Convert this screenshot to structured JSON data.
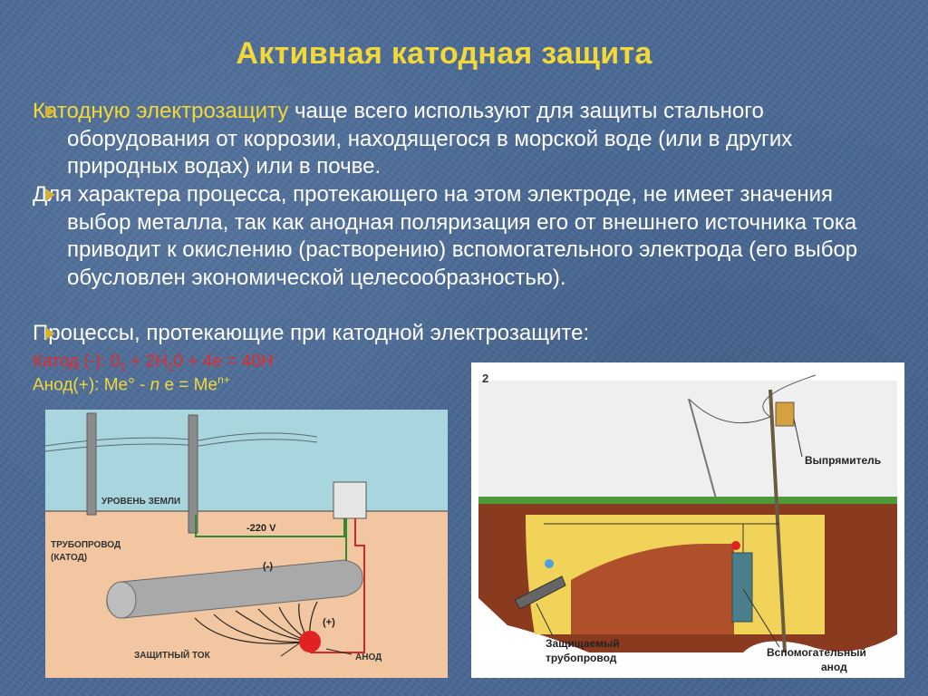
{
  "title": "Активная катодная защита",
  "paragraph1": {
    "highlight": "Катодную электрозащиту",
    "rest": " чаще всего используют для защиты стального оборудования от коррозии, находящегося в морской воде (или в других природных водах) или в почве."
  },
  "paragraph2": "Для характера процесса, протекающего на этом электроде, не имеет значения выбор металла, так как анодная поляризация его от внешнего источника тока приводит к окислению (растворению) вспомогательного электрода (его выбор обусловлен экономической целесообразностью).",
  "paragraph3": "Процессы, протекающие при катодной электрозащите:",
  "cathode": {
    "label": "Катод (-): 0",
    "sub1": "2",
    "part2": " + 2H",
    "sub2": "2",
    "part3": "0 + 4e = 40H",
    "sup": "-"
  },
  "anode": {
    "label": "Анод(+): Me° - ",
    "n": "n",
    "part2": " e  =  Me",
    "sup": "n+"
  },
  "diagram_left": {
    "ground_level": "УРОВЕНЬ ЗЕМЛИ",
    "voltage": "-220 V",
    "pipeline_line1": "ТРУБОПРОВОД",
    "pipeline_line2": "(КАТОД)",
    "minus": "(-)",
    "plus": "(+)",
    "protective_current": "ЗАЩИТНЫЙ ТОК",
    "anode": "АНОД"
  },
  "diagram_right": {
    "number": "2",
    "rectifier": "Выпрямитель",
    "protected_pipe_line1": "Защищаемый",
    "protected_pipe_line2": "трубопровод",
    "aux_anode_line1": "Вспомогательный",
    "aux_anode_line2": "анод"
  },
  "colors": {
    "background": "#4a6a96",
    "title": "#f2d83a",
    "cathode_formula": "#e22a2a",
    "anode_formula": "#f2d83a",
    "body_text": "#ffffff"
  }
}
